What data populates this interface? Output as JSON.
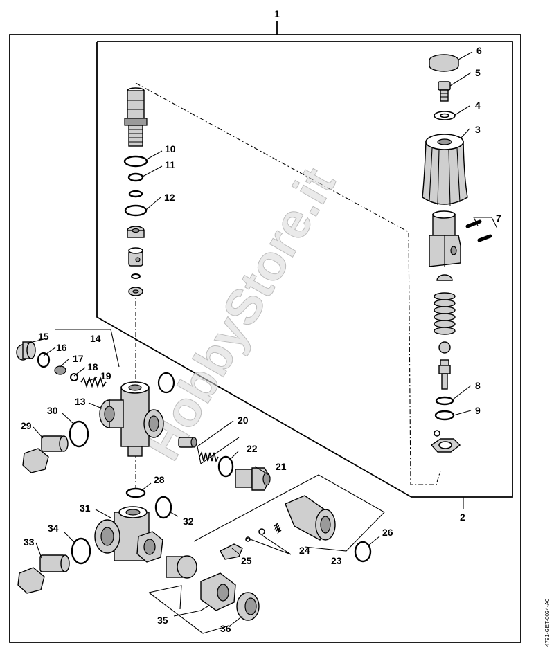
{
  "diagram": {
    "watermark": "HobbyStore.it",
    "drawing_code": "4791-GET-0024-A0",
    "labels": [
      "1",
      "2",
      "3",
      "4",
      "5",
      "6",
      "7",
      "8",
      "9",
      "10",
      "11",
      "12",
      "13",
      "14",
      "15",
      "16",
      "17",
      "18",
      "19",
      "20",
      "21",
      "22",
      "23",
      "24",
      "25",
      "26",
      "28",
      "29",
      "30",
      "31",
      "32",
      "33",
      "34",
      "35",
      "36"
    ]
  }
}
